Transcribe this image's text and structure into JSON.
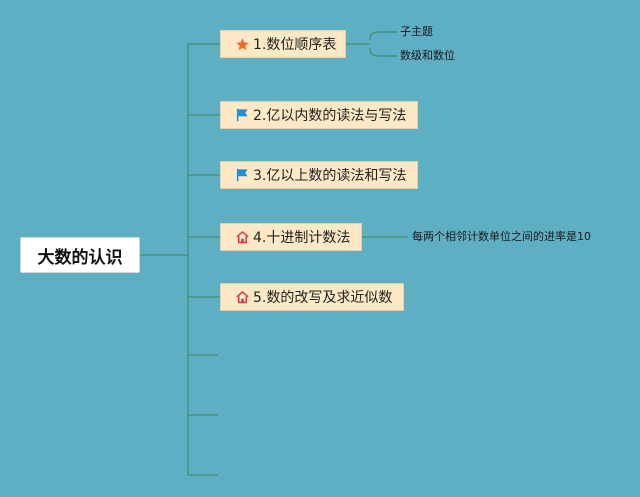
{
  "root": {
    "label": "大数的认识"
  },
  "topics": [
    {
      "label": "1.数位顺序表",
      "icon": "star-icon",
      "icon_color": "#f26a2a"
    },
    {
      "label": "2.亿以内数的读法与写法",
      "icon": "flag-icon",
      "icon_color": "#1e8fd8"
    },
    {
      "label": "3.亿以上数的读法和写法",
      "icon": "flag-icon",
      "icon_color": "#1e8fd8"
    },
    {
      "label": "4.十进制计数法",
      "icon": "house-icon",
      "icon_color": "#e0314b"
    },
    {
      "label": "5.数的改写及求近似数",
      "icon": "house-icon",
      "icon_color": "#e0314b"
    }
  ],
  "subtopics": {
    "topic1": [
      "子主题",
      "数级和数位"
    ],
    "topic4": [
      "每两个相邻计数单位之间的进率是10"
    ]
  },
  "colors": {
    "background": "#5fafc4",
    "connector": "#3f8f6a",
    "topic_fill": "#fde9c5",
    "topic_border": "#e9cf9d",
    "root_fill": "#ffffff"
  }
}
